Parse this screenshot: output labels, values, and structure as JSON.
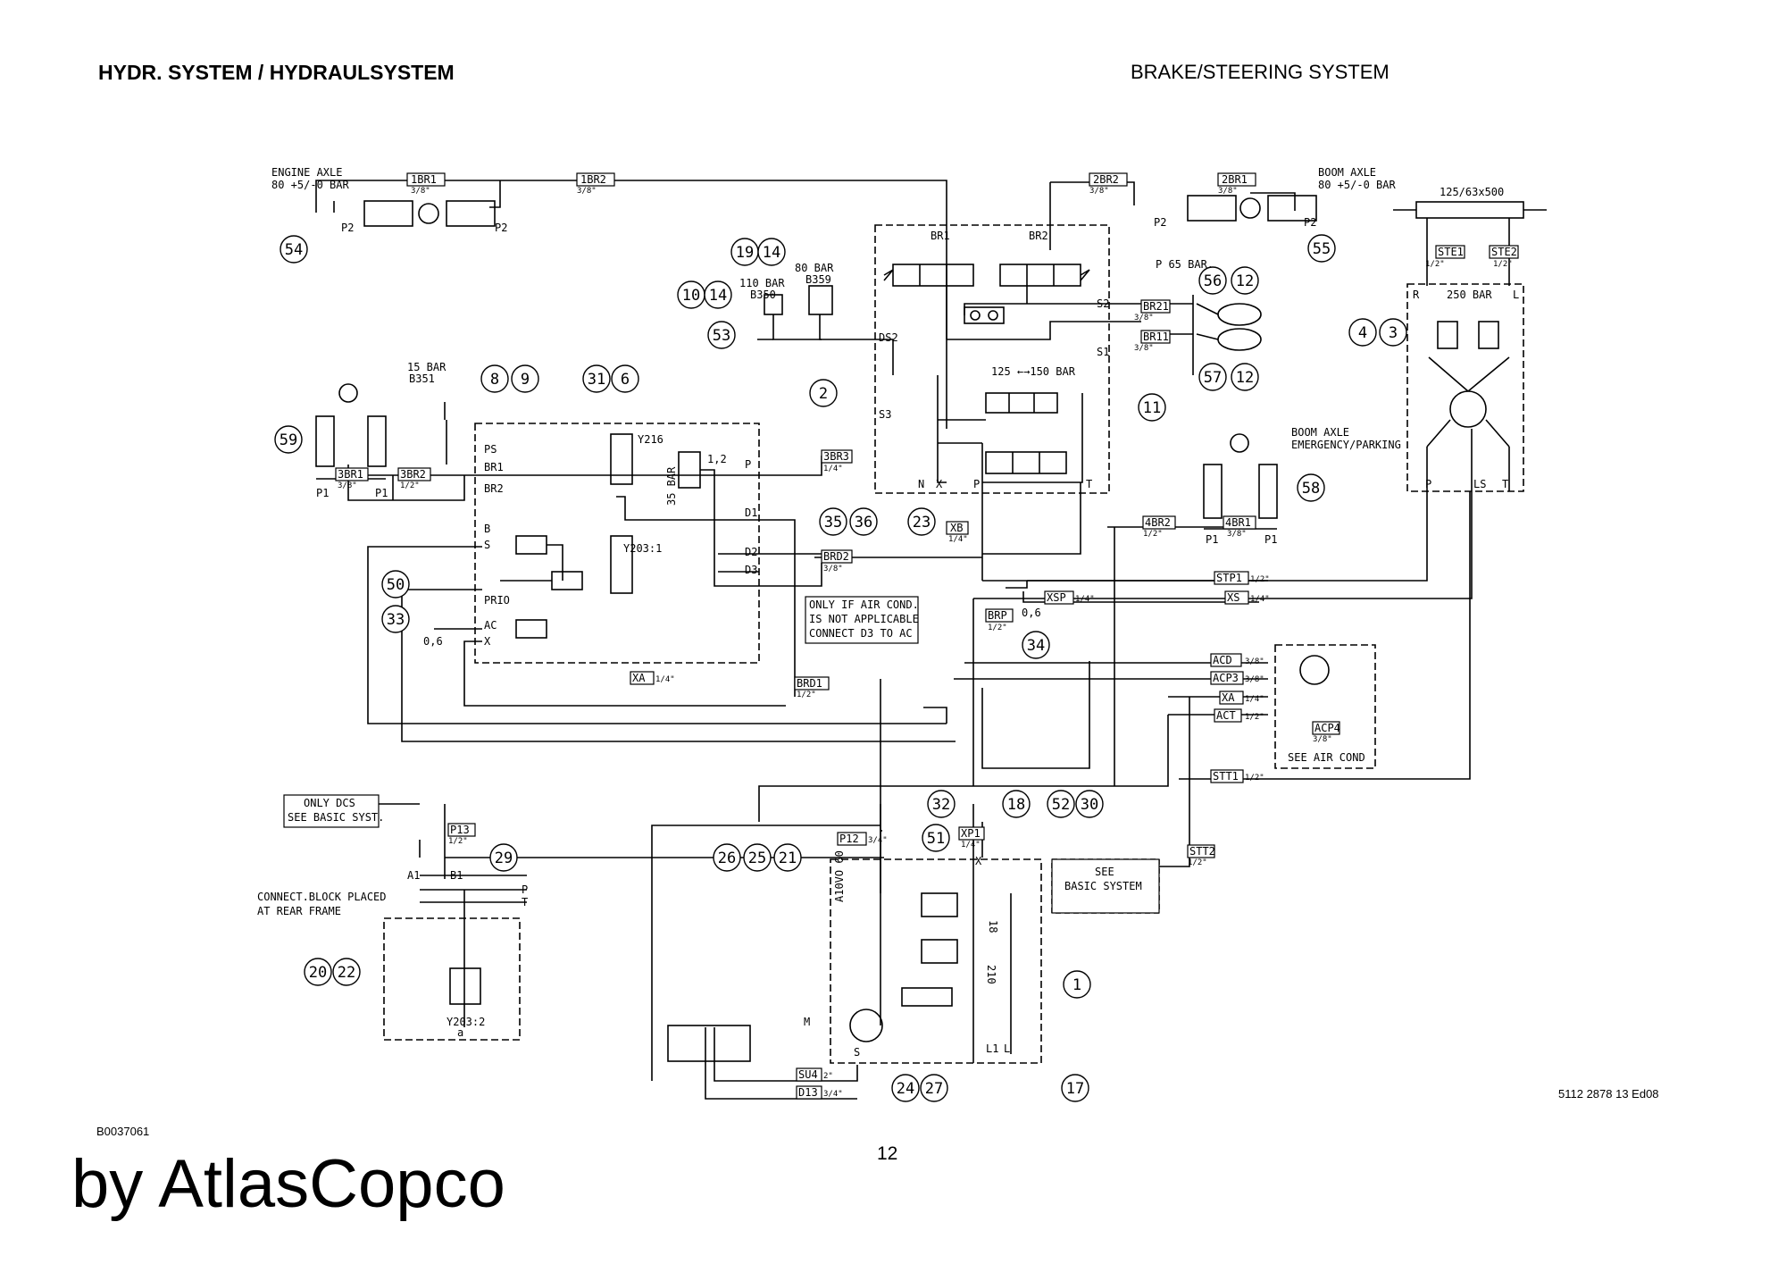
{
  "header": {
    "left_title": "HYDR. SYSTEM / HYDRAULSYSTEM",
    "right_title": "BRAKE/STEERING SYSTEM"
  },
  "footer": {
    "doc_ref": "5112 2878 13 Ed08",
    "figure_id": "B0037061",
    "page_number": "12",
    "brand": "by AtlasCopco"
  },
  "diagram": {
    "labels": {
      "engine_axle": "ENGINE AXLE",
      "engine_axle_pressure": "80 +5/-0 BAR",
      "boom_axle": "BOOM AXLE",
      "boom_axle_pressure": "80 +5/-0 BAR",
      "cylinder": "125/63x500",
      "bar_110": "110 BAR",
      "b350": "B350",
      "bar_80": "80 BAR",
      "b359": "B359",
      "bar_15": "15 BAR",
      "b351": "B351",
      "p65": "P 65 BAR.",
      "bar_250": "250 BAR",
      "bar_125_150": "125 ←→150 BAR",
      "bar_35": "35 BAR",
      "y216": "Y216",
      "y203_1": "Y203:1",
      "y203_2": "Y203:2",
      "boom_emergency_1": "BOOM AXLE",
      "boom_emergency_2": "EMERGENCY/PARKING",
      "note_ac_1": "ONLY IF AIR COND.",
      "note_ac_2": "IS NOT APPLICABLE",
      "note_ac_3": "CONNECT D3 TO AC",
      "only_dcs_1": "ONLY DCS",
      "only_dcs_2": "SEE BASIC SYST.",
      "connect_block_1": "CONNECT.BLOCK PLACED",
      "connect_block_2": "AT REAR FRAME",
      "see_basic_1": "SEE",
      "see_basic_2": "BASIC SYSTEM",
      "see_air_cond": "SEE AIR COND",
      "pump": "A10VO 60",
      "orifice_12": "1,2",
      "orifice_06a": "0,6",
      "orifice_06b": "0,6",
      "r18": "18",
      "r210": "210"
    },
    "ports": [
      "P2",
      "P2",
      "P2",
      "P2",
      "P1",
      "P1",
      "P1",
      "P1",
      "PS",
      "BR1",
      "BR2",
      "B",
      "S",
      "PRIO",
      "AC",
      "X",
      "P",
      "D1",
      "D2",
      "D3",
      "BR1",
      "BR2",
      "S2",
      "S1",
      "DS2",
      "S3",
      "N",
      "X",
      "P",
      "T",
      "R",
      "L",
      "P",
      "LS",
      "T",
      "A1",
      "B1",
      "P",
      "T",
      "X",
      "S",
      "L1",
      "L",
      "M",
      "a"
    ],
    "lines": [
      {
        "id": "1BR1",
        "size": "3/8\""
      },
      {
        "id": "1BR2",
        "size": "3/8\""
      },
      {
        "id": "2BR2",
        "size": "3/8\""
      },
      {
        "id": "2BR1",
        "size": "3/8\""
      },
      {
        "id": "STE1",
        "size": "1/2\""
      },
      {
        "id": "STE2",
        "size": "1/2\""
      },
      {
        "id": "BR21",
        "size": "3/8\""
      },
      {
        "id": "BR11",
        "size": "3/8\""
      },
      {
        "id": "3BR1",
        "size": "3/8\""
      },
      {
        "id": "3BR2",
        "size": "1/2\""
      },
      {
        "id": "3BR3",
        "size": "1/4\""
      },
      {
        "id": "BRD2",
        "size": "3/8\""
      },
      {
        "id": "XB",
        "size": "1/4\""
      },
      {
        "id": "4BR2",
        "size": "1/2\""
      },
      {
        "id": "4BR1",
        "size": "3/8\""
      },
      {
        "id": "STP1",
        "size": "1/2\""
      },
      {
        "id": "XSP",
        "size": "1/4\""
      },
      {
        "id": "XS",
        "size": "1/4\""
      },
      {
        "id": "BRP",
        "size": "1/2\""
      },
      {
        "id": "XA",
        "size": "1/4\""
      },
      {
        "id": "BRD1",
        "size": "1/2\""
      },
      {
        "id": "ACD",
        "size": "3/8\""
      },
      {
        "id": "ACP3",
        "size": "3/8\""
      },
      {
        "id": "XA",
        "size": "1/4\""
      },
      {
        "id": "ACT",
        "size": "1/2\""
      },
      {
        "id": "ACP4",
        "size": "3/8\""
      },
      {
        "id": "STT1",
        "size": "1/2\""
      },
      {
        "id": "STT2",
        "size": "1/2\""
      },
      {
        "id": "P13",
        "size": "1/2\""
      },
      {
        "id": "P12",
        "size": "3/4\""
      },
      {
        "id": "XP1",
        "size": "1/4\""
      },
      {
        "id": "SU4",
        "size": "2\""
      },
      {
        "id": "D13",
        "size": "3/4\""
      }
    ],
    "callouts": [
      "54",
      "55",
      "19",
      "14",
      "10",
      "14",
      "56",
      "12",
      "53",
      "57",
      "12",
      "11",
      "4",
      "3",
      "8",
      "9",
      "31",
      "6",
      "2",
      "59",
      "35",
      "36",
      "23",
      "58",
      "50",
      "33",
      "34",
      "32",
      "51",
      "18",
      "52",
      "30",
      "29",
      "26",
      "25",
      "21",
      "20",
      "22",
      "1",
      "24",
      "27",
      "17"
    ]
  }
}
